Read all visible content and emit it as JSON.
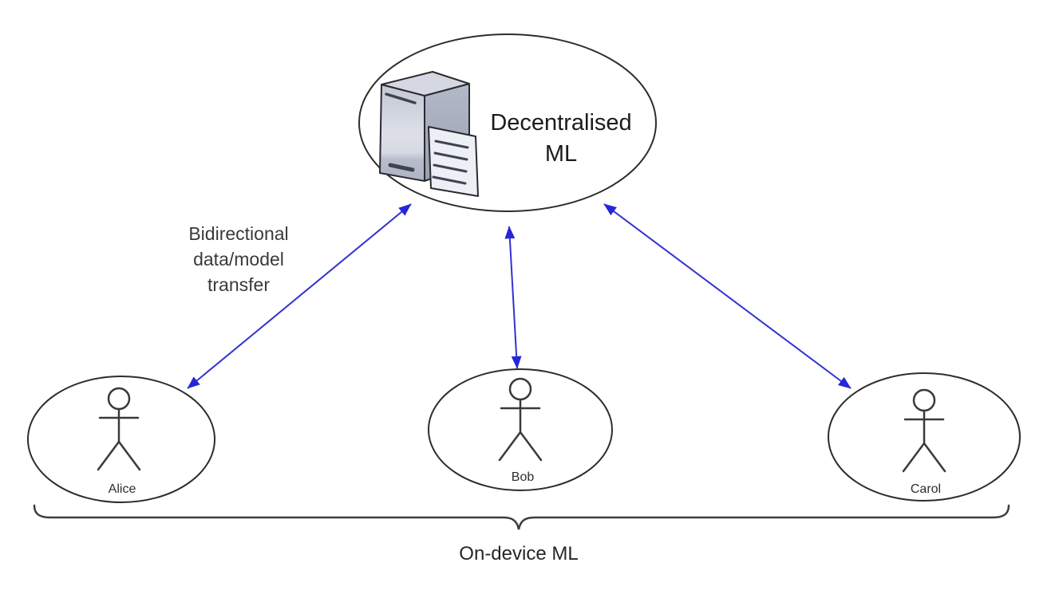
{
  "diagram": {
    "central_node": {
      "label": "Decentralised ML",
      "label_lines": [
        "Decentralised",
        "ML"
      ],
      "icon": "server-with-document-icon"
    },
    "edge_label": {
      "text": "Bidirectional data/model transfer",
      "lines": [
        "Bidirectional",
        "data/model",
        "transfer"
      ]
    },
    "device_nodes": [
      {
        "name": "Alice",
        "icon": "person-icon"
      },
      {
        "name": "Bob",
        "icon": "person-icon"
      },
      {
        "name": "Carol",
        "icon": "person-icon"
      }
    ],
    "brace_label": "On-device ML",
    "colors": {
      "arrow": "#3232d2",
      "arrowhead": "#2626d8",
      "node_outline": "#2d2d2d",
      "title_text": "#1c1c1c",
      "label_text": "#3a3a3a",
      "background": "#ffffff"
    }
  }
}
